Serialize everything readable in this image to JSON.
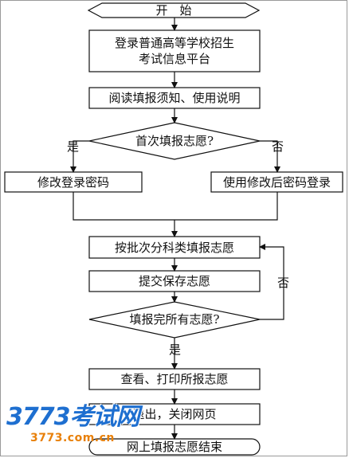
{
  "diagram": {
    "start": "开　始",
    "login_line1": "登录普通高等学校招生",
    "login_line2": "考试信息平台",
    "read": "阅读填报须知、使用说明",
    "first_decision": "首次填报志愿?",
    "yes_left": "是",
    "no_right": "否",
    "change_pw": "修改登录密码",
    "use_new_pw": "使用修改后密码登录",
    "fill_by_batch": "按批次分科类填报志愿",
    "submit_save": "提交保存志愿",
    "no_loop": "否",
    "all_done_decision": "填报完所有志愿?",
    "yes_down": "是",
    "view_print": "查看、打印所报志愿",
    "exit_close": "退出，关闭网页",
    "end": "网上填报志愿结束"
  },
  "watermark": {
    "main": "3773考试网",
    "sub": "3773.com.cn"
  }
}
